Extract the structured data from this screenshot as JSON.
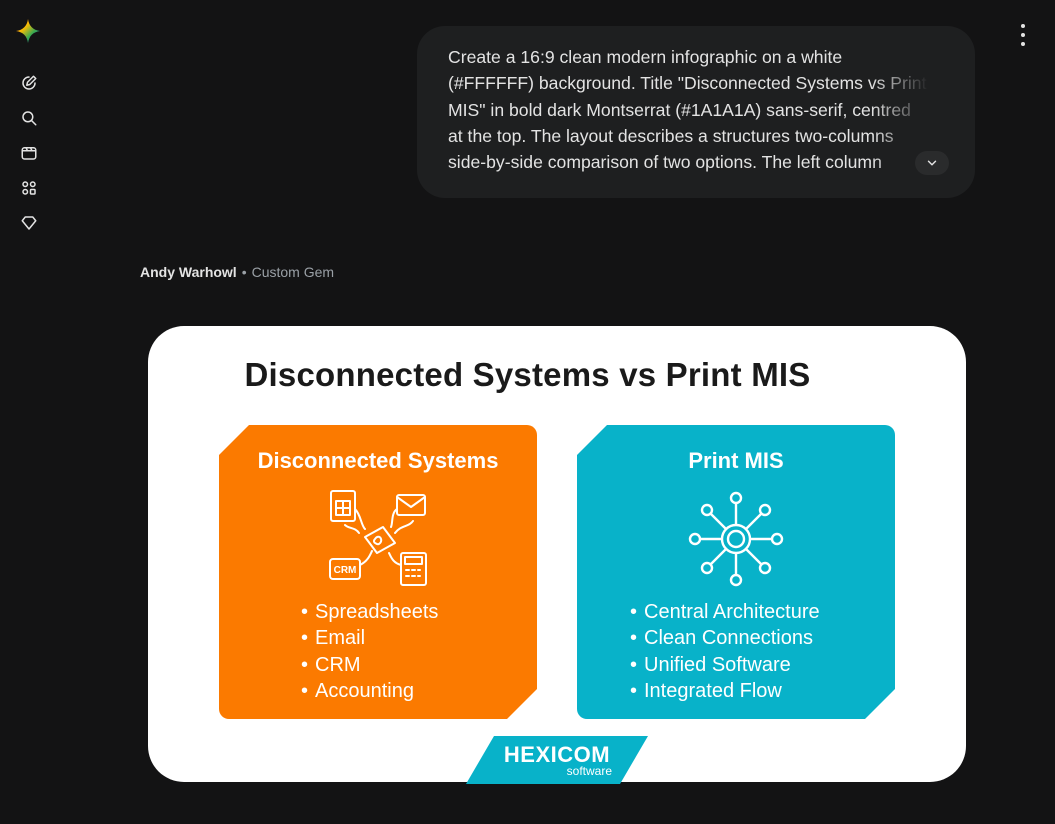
{
  "sidebar": {
    "items": [
      {
        "icon": "new-chat-icon"
      },
      {
        "icon": "search-icon"
      },
      {
        "icon": "media-icon"
      },
      {
        "icon": "apps-icon"
      },
      {
        "icon": "gem-icon"
      }
    ]
  },
  "prompt": {
    "text": "Create a 16:9 clean modern infographic on a white (#FFFFFF) background. Title \"Disconnected Systems vs Print MIS\" in bold dark Montserrat (#1A1A1A) sans-serif, centred at the top. The layout describes a structures two-columns side-by-side comparison of two options. The left column shows a"
  },
  "response": {
    "author": "Andy Warhowl",
    "separator": "•",
    "tag": "Custom Gem"
  },
  "infographic": {
    "title": "Disconnected Systems vs Print MIS",
    "left": {
      "title": "Disconnected Systems",
      "items": [
        "Spreadsheets",
        "Email",
        "CRM",
        "Accounting"
      ],
      "icon_crm_label": "CRM",
      "color": "#fb7a00"
    },
    "right": {
      "title": "Print MIS",
      "items": [
        "Central Architecture",
        "Clean Connections",
        "Unified Software",
        "Integrated Flow"
      ],
      "color": "#08b2c9"
    },
    "brand": {
      "name": "HEXICOM",
      "sub": "software"
    }
  },
  "colors": {
    "background": "#131314",
    "bubble": "#1e1f20"
  }
}
